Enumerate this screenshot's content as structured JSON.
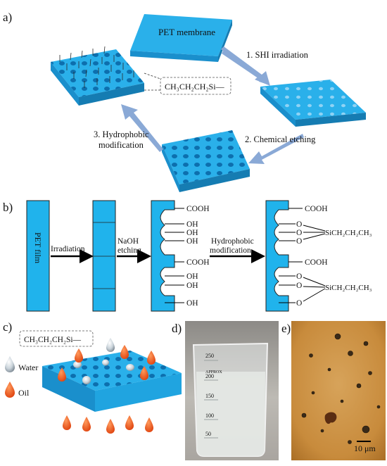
{
  "panels": {
    "a": {
      "label": "a)",
      "membrane_label": "PET membrane",
      "step1": "1. SHI irradiation",
      "step2": "2. Chemical etching",
      "step3_line1": "3. Hydrophobic",
      "step3_line2": "modification",
      "callout": "CH₃CH₂CH₂Si—"
    },
    "b": {
      "label": "b)",
      "film_label": "PET film",
      "arrow1": "Irradiation",
      "arrow2_line1": "NaOH",
      "arrow2_line2": "etching",
      "arrow3_line1": "Hydrophobic",
      "arrow3_line2": "modification",
      "groups_mid": [
        "COOH",
        "OH",
        "OH",
        "OH",
        "COOH",
        "OH",
        "OH",
        "OH"
      ],
      "groups_right": [
        "COOH",
        "O",
        "O",
        "O",
        "SiCH₂CH₂CH₃",
        "COOH",
        "O",
        "O",
        "O",
        "SiCH₂CH₂CH₃"
      ]
    },
    "c": {
      "label": "c)",
      "callout": "CH₃CH₂CH₂Si—",
      "water": "Water",
      "oil": "Oil"
    },
    "d": {
      "label": "d)",
      "beaker_marks": [
        "250",
        "200",
        "150",
        "100",
        "50"
      ],
      "beaker_text": "APPROX"
    },
    "e": {
      "label": "e)",
      "scale": "10 μm"
    }
  },
  "colors": {
    "membrane_top": "#2ab0ea",
    "membrane_side": "#1a8fcc",
    "pore": "#0d6fae",
    "arrow": "#8aa9d6",
    "oil": "#ef5a1e"
  }
}
